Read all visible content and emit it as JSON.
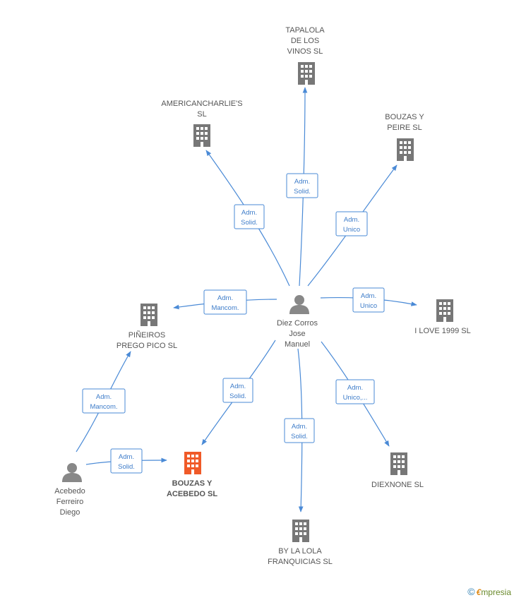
{
  "colors": {
    "edge": "#4a8ad6",
    "building": "#777777",
    "focus_building": "#f05a28",
    "person": "#888888"
  },
  "nodes": {
    "tapalola": {
      "lines": [
        "TAPALOLA",
        "DE LOS",
        "VINOS SL"
      ],
      "icon": "building-icon"
    },
    "americancharlies": {
      "lines": [
        "AMERICANCHARLIE'S",
        "SL"
      ],
      "icon": "building-icon"
    },
    "bouzas_peire": {
      "lines": [
        "BOUZAS Y",
        "PEIRE SL"
      ],
      "icon": "building-icon"
    },
    "pineiros": {
      "lines": [
        "PIÑEIROS",
        "PREGO PICO SL"
      ],
      "icon": "building-icon"
    },
    "diez_corros": {
      "lines": [
        "Diez Corros",
        "Jose",
        "Manuel"
      ],
      "icon": "person-icon"
    },
    "ilove1999": {
      "lines": [
        "I LOVE 1999 SL"
      ],
      "icon": "building-icon"
    },
    "acebedo": {
      "lines": [
        "Acebedo",
        "Ferreiro",
        "Diego"
      ],
      "icon": "person-icon"
    },
    "bouzas_acebedo": {
      "lines": [
        "BOUZAS Y",
        "ACEBEDO SL"
      ],
      "icon": "building-icon"
    },
    "diexnone": {
      "lines": [
        "DIEXNONE SL"
      ],
      "icon": "building-icon"
    },
    "bylalola": {
      "lines": [
        "BY LA LOLA",
        "FRANQUICIAS SL"
      ],
      "icon": "building-icon"
    }
  },
  "edges": {
    "to_tapalola": [
      "Adm.",
      "Solid."
    ],
    "to_americancharlies": [
      "Adm.",
      "Solid."
    ],
    "to_bouzas_peire": [
      "Adm.",
      "Unico"
    ],
    "to_pineiros": [
      "Adm.",
      "Mancom."
    ],
    "to_ilove1999": [
      "Adm.",
      "Unico"
    ],
    "acebedo_to_pineiros": [
      "Adm.",
      "Mancom."
    ],
    "acebedo_to_bouzas_acebedo": [
      "Adm.",
      "Solid."
    ],
    "to_bouzas_acebedo": [
      "Adm.",
      "Solid."
    ],
    "to_bylalola": [
      "Adm.",
      "Solid."
    ],
    "to_diexnone": [
      "Adm.",
      "Unico,..."
    ]
  },
  "footer": {
    "copyright": "©",
    "brand_first": "€",
    "brand_rest": "mpresia"
  }
}
